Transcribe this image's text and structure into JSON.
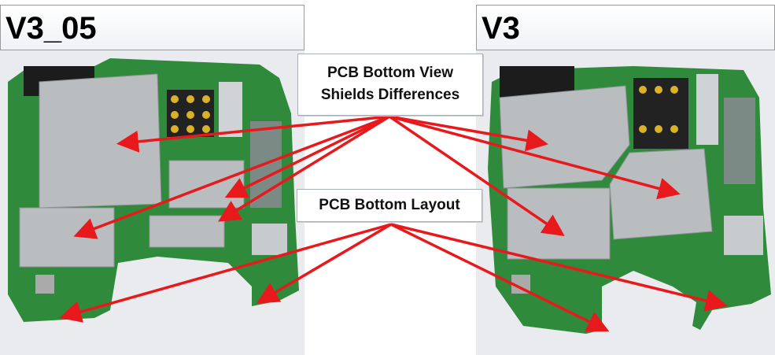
{
  "left_panel": {
    "title": "V3_05"
  },
  "right_panel": {
    "title": "V3"
  },
  "callouts": {
    "shields_line1": "PCB Bottom View",
    "shields_line2": "Shields Differences",
    "layout": "PCB Bottom Layout"
  },
  "colors": {
    "pcb_green": "#2f8a3c",
    "shield_gray": "#b9bdc0",
    "arrow_red": "#e8191c"
  }
}
